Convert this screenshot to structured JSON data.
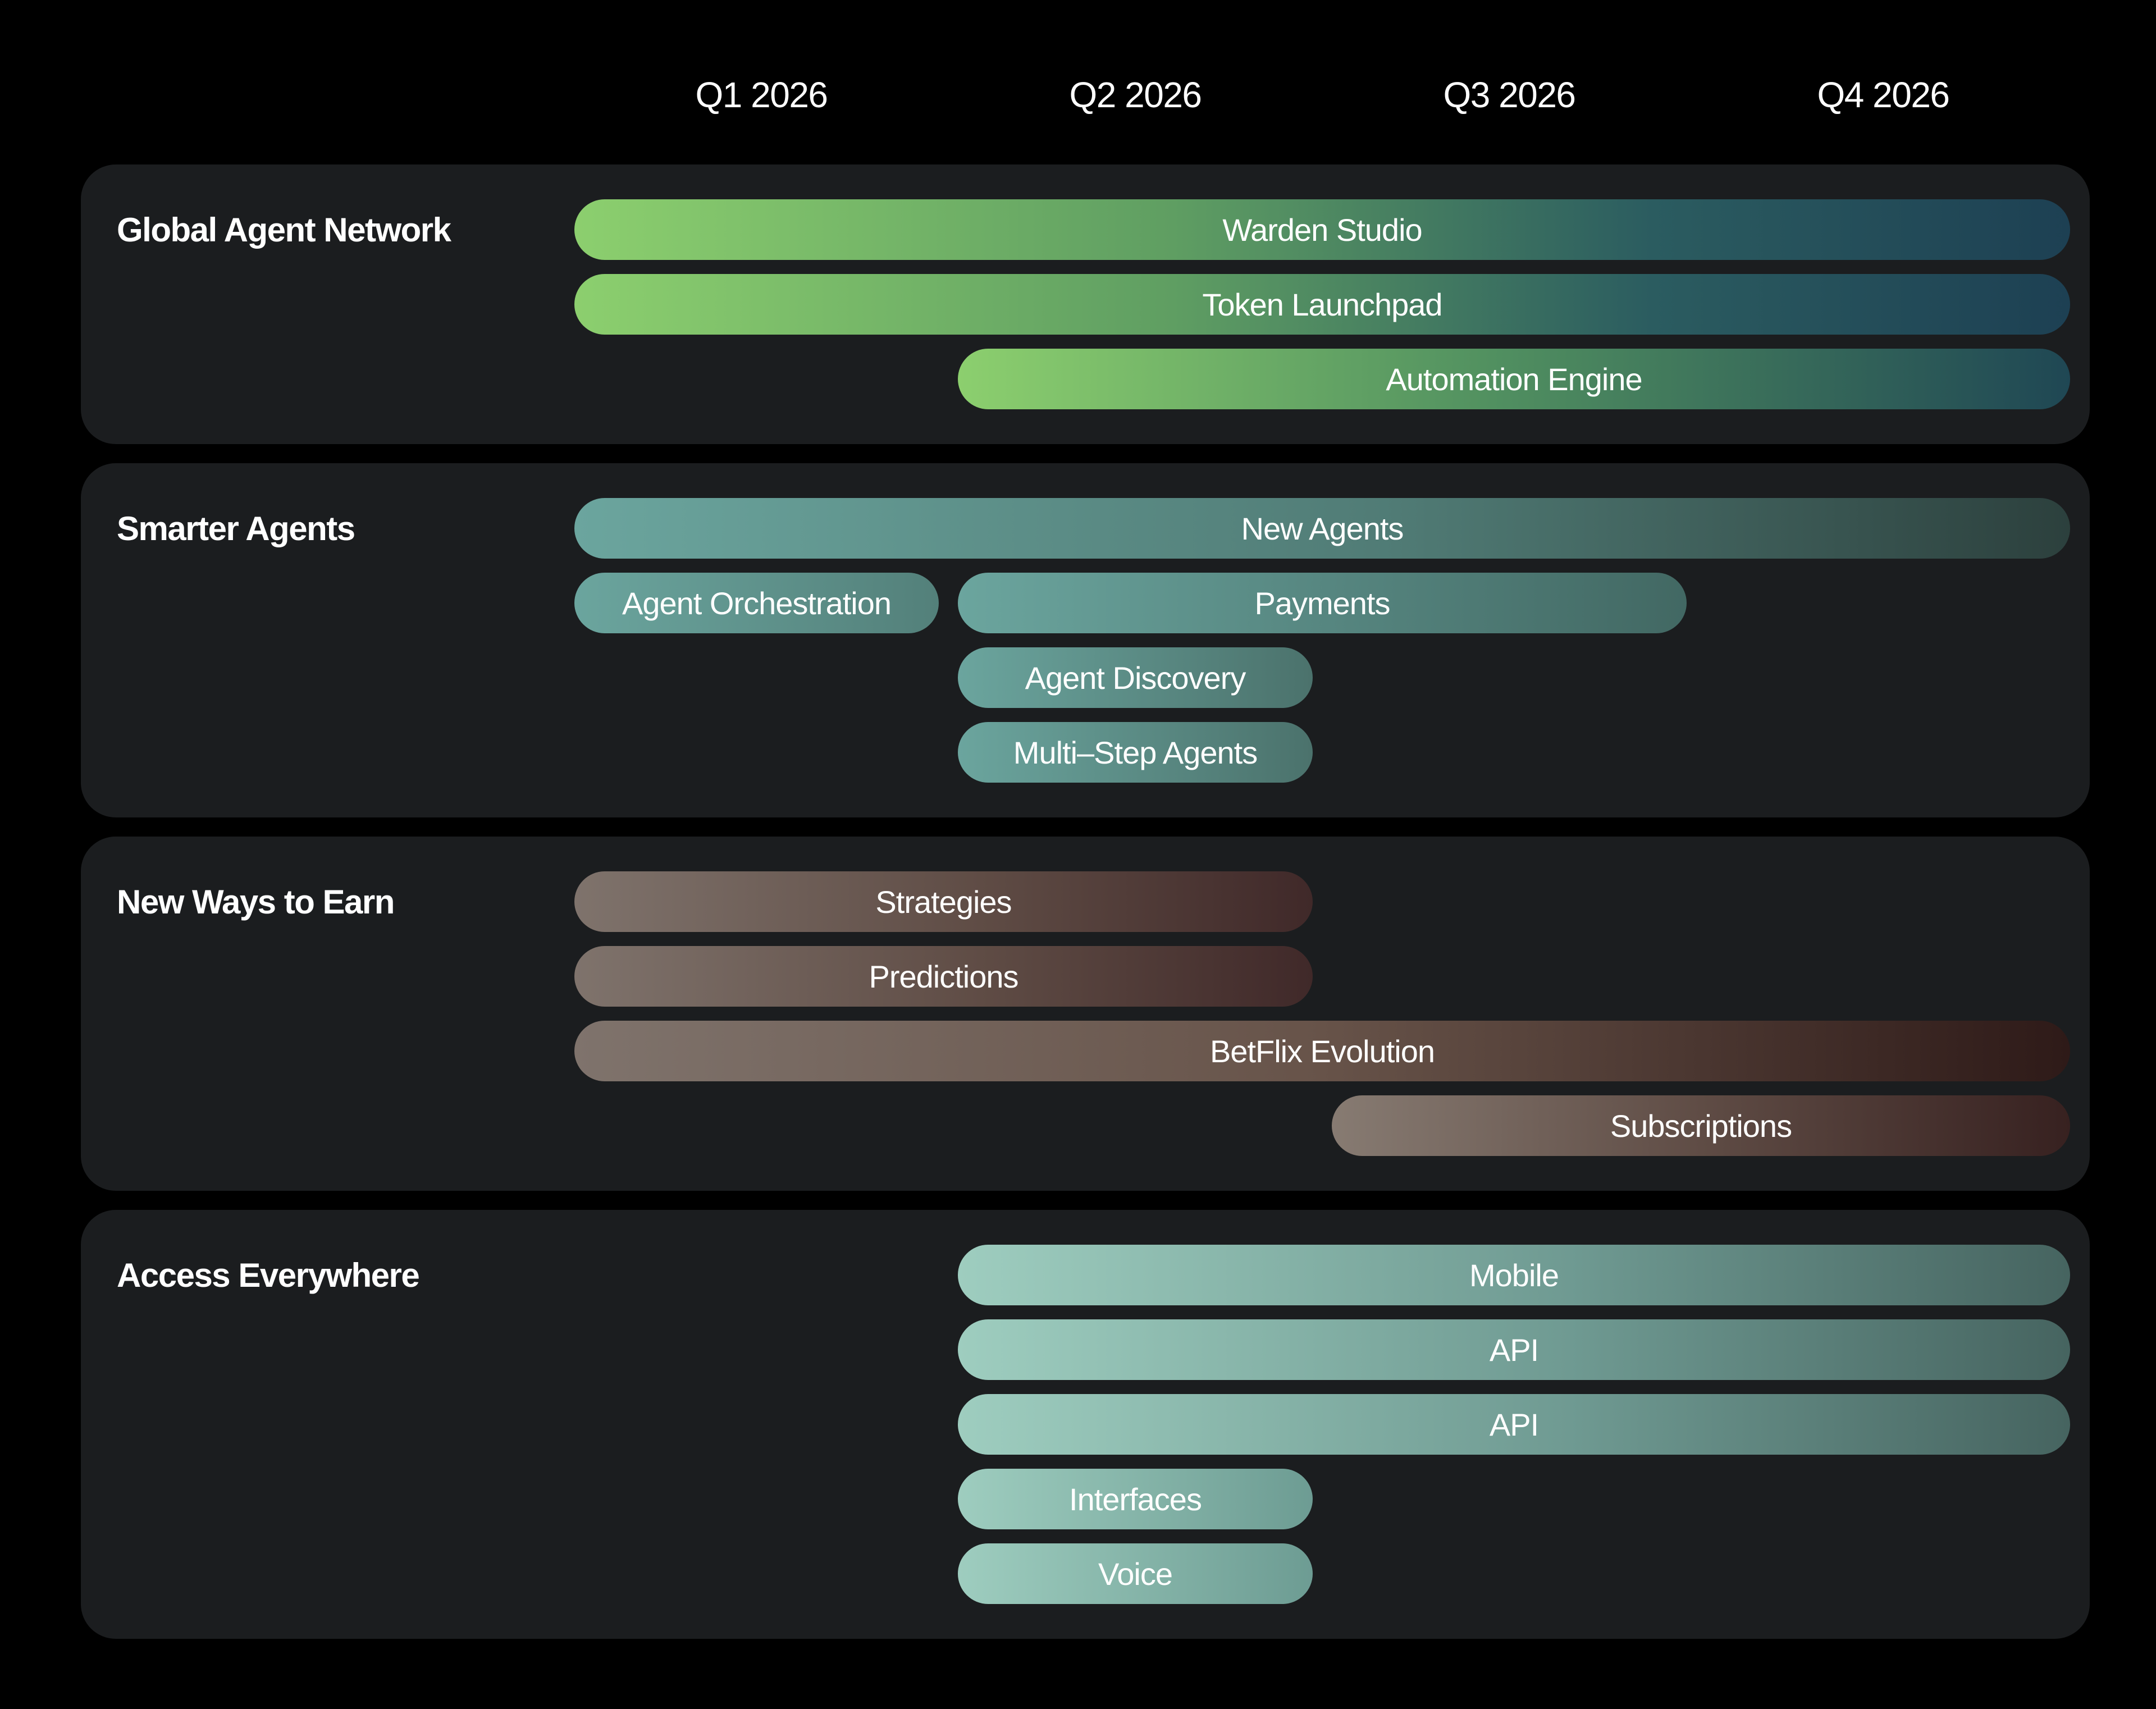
{
  "quarters": [
    "Q1 2026",
    "Q2 2026",
    "Q3 2026",
    "Q4 2026"
  ],
  "colors": {
    "page_bg": "#000000",
    "card_bg": "#1b1d1f",
    "text": "#ffffff",
    "green_start": "#8ccf6e",
    "green_end": "#1d4053",
    "teal_start": "#6ba59e",
    "teal_end": "#2c403d",
    "earn_start": "#7f736c",
    "earn_end": "#2e1a18",
    "mint_start": "#9ecdbf",
    "mint_end": "#466460"
  },
  "gradients": {
    "green4": "linear-gradient(90deg,#8ccf6e 0%,#5f9e62 40%,#2b5c60 72%,#1d4053 100%)",
    "green3": "linear-gradient(90deg,#8ccf6e 0%,#519060 48%,#1f4754 100%)",
    "teal4": "linear-gradient(90deg,#6ba59e 0%,#507b75 55%,#2c403d 100%)",
    "teal3": "linear-gradient(90deg,#6ba59e 0%,#426863 100%)",
    "teal2": "linear-gradient(90deg,#6ba59e 0%,#4b726c 100%)",
    "teal1": "linear-gradient(90deg,#6ba59e 0%,#53807a 100%)",
    "earn4": "linear-gradient(90deg,#7f736c 0%,#675349 50%,#2e1a18 100%)",
    "earn2": "linear-gradient(90deg,#7f736c 0%,#5f4c45 55%,#402929 100%)",
    "earnSub": "linear-gradient(90deg,#877b72 0%,#5f4c45 50%,#372120 100%)",
    "mint3": "linear-gradient(90deg,#9ecdbf 0%,#6f9a92 55%,#466460 100%)",
    "mint1": "linear-gradient(90deg,#9ecdbf 0%,#6d9c93 100%)"
  },
  "chart_data": {
    "type": "bar",
    "subtype": "gantt_roadmap_timeline",
    "title": "",
    "x_categories": [
      "Q1 2026",
      "Q2 2026",
      "Q3 2026",
      "Q4 2026"
    ],
    "x_range": [
      0,
      4
    ],
    "grid": false,
    "legend": false,
    "groups": [
      {
        "title": "Global Agent Network",
        "items": [
          {
            "label": "Warden Studio",
            "start": 0,
            "end": 4,
            "row": 0,
            "g": "green4"
          },
          {
            "label": "Token Launchpad",
            "start": 0,
            "end": 4,
            "row": 1,
            "g": "green4"
          },
          {
            "label": "Automation Engine",
            "start": 1,
            "end": 4,
            "row": 2,
            "g": "green3"
          }
        ]
      },
      {
        "title": "Smarter Agents",
        "items": [
          {
            "label": "New Agents",
            "start": 0,
            "end": 4,
            "row": 0,
            "g": "teal4"
          },
          {
            "label": "Agent Orchestration",
            "start": 0,
            "end": 1,
            "row": 1,
            "g": "teal1"
          },
          {
            "label": "Payments",
            "start": 1,
            "end": 3,
            "row": 1,
            "g": "teal3"
          },
          {
            "label": "Agent Discovery",
            "start": 1,
            "end": 2,
            "row": 2,
            "g": "teal2"
          },
          {
            "label": "Multi–Step Agents",
            "start": 1,
            "end": 2,
            "row": 3,
            "g": "teal2"
          }
        ]
      },
      {
        "title": "New Ways to Earn",
        "items": [
          {
            "label": "Strategies",
            "start": 0,
            "end": 2,
            "row": 0,
            "g": "earn2"
          },
          {
            "label": "Predictions",
            "start": 0,
            "end": 2,
            "row": 1,
            "g": "earn2"
          },
          {
            "label": "BetFlix Evolution",
            "start": 0,
            "end": 4,
            "row": 2,
            "g": "earn4"
          },
          {
            "label": "Subscriptions",
            "start": 2,
            "end": 4,
            "row": 3,
            "g": "earnSub"
          }
        ]
      },
      {
        "title": "Access Everywhere",
        "items": [
          {
            "label": "Mobile",
            "start": 1,
            "end": 4,
            "row": 0,
            "g": "mint3"
          },
          {
            "label": "API",
            "start": 1,
            "end": 4,
            "row": 1,
            "g": "mint3"
          },
          {
            "label": "API",
            "start": 1,
            "end": 4,
            "row": 2,
            "g": "mint3"
          },
          {
            "label": "Interfaces",
            "start": 1,
            "end": 2,
            "row": 3,
            "g": "mint1"
          },
          {
            "label": "Voice",
            "start": 1,
            "end": 2,
            "row": 4,
            "g": "mint1"
          }
        ]
      }
    ]
  }
}
